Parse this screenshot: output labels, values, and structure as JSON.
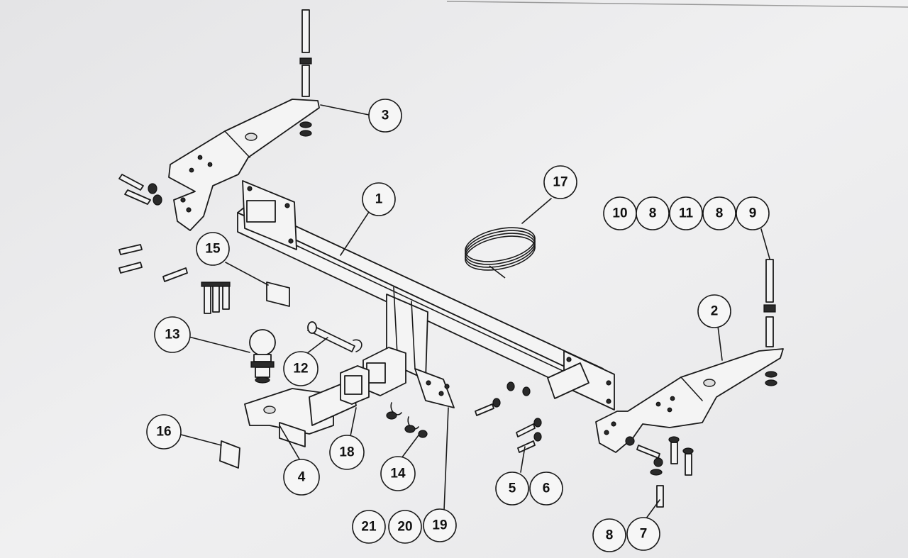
{
  "diagram": {
    "callouts": [
      {
        "id": "c3",
        "label": "3"
      },
      {
        "id": "c1",
        "label": "1"
      },
      {
        "id": "c17",
        "label": "17"
      },
      {
        "id": "c10",
        "label": "10"
      },
      {
        "id": "c8a",
        "label": "8"
      },
      {
        "id": "c11",
        "label": "11"
      },
      {
        "id": "c8b",
        "label": "8"
      },
      {
        "id": "c9",
        "label": "9"
      },
      {
        "id": "c15",
        "label": "15"
      },
      {
        "id": "c2",
        "label": "2"
      },
      {
        "id": "c13",
        "label": "13"
      },
      {
        "id": "c12",
        "label": "12"
      },
      {
        "id": "c16",
        "label": "16"
      },
      {
        "id": "c18",
        "label": "18"
      },
      {
        "id": "c4",
        "label": "4"
      },
      {
        "id": "c14",
        "label": "14"
      },
      {
        "id": "c5",
        "label": "5"
      },
      {
        "id": "c6",
        "label": "6"
      },
      {
        "id": "c21",
        "label": "21"
      },
      {
        "id": "c20",
        "label": "20"
      },
      {
        "id": "c19",
        "label": "19"
      },
      {
        "id": "c8c",
        "label": "8"
      },
      {
        "id": "c7",
        "label": "7"
      }
    ]
  }
}
